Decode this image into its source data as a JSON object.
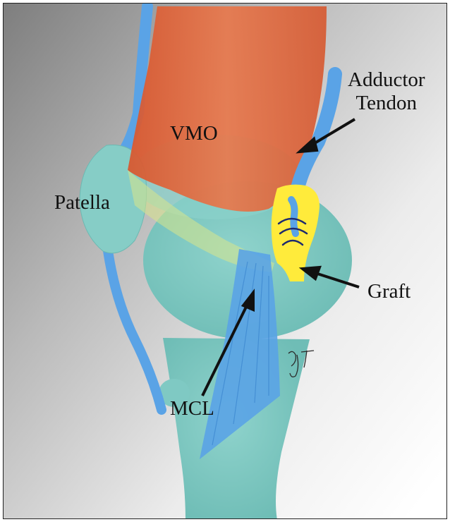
{
  "labels": {
    "vmo": "VMO",
    "patella": "Patella",
    "adductor_line1": "Adductor",
    "adductor_line2": "Tendon",
    "graft": "Graft",
    "mcl": "MCL"
  },
  "colors": {
    "background_dark": "#8e8e8e",
    "background_light": "#ffffff",
    "bone": "#7fc9c3",
    "tendon": "#5aa3e6",
    "muscle": "#e0643a",
    "graft": "#ffeb3b",
    "suture": "#1e2a6e",
    "arrow": "#111111"
  },
  "signature_initials": "BJT"
}
